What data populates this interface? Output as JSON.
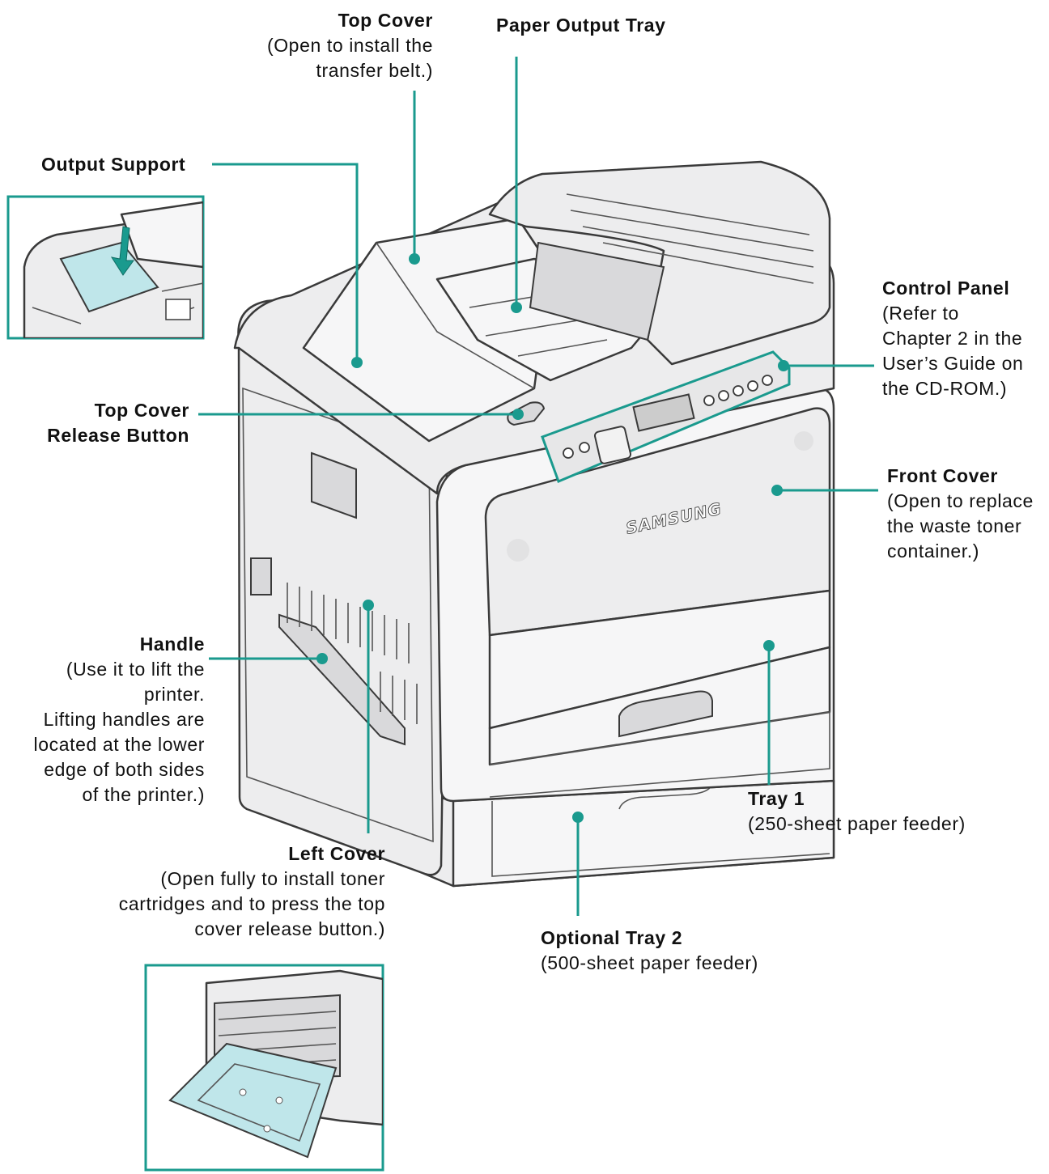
{
  "brand": "SAMSUNG",
  "accent_color": "#1a9a8e",
  "callouts": {
    "top_cover": {
      "title": "Top Cover",
      "desc": "(Open to install the\ntransfer belt.)"
    },
    "paper_output_tray": {
      "title": "Paper Output Tray",
      "desc": ""
    },
    "output_support": {
      "title": "Output Support",
      "desc": ""
    },
    "control_panel": {
      "title": "Control Panel",
      "desc": "(Refer to\nChapter 2 in the\nUser’s Guide on\nthe CD-ROM.)"
    },
    "top_cover_release": {
      "title": "Top Cover\nRelease Button",
      "desc": ""
    },
    "front_cover": {
      "title": "Front Cover",
      "desc": "(Open to replace\nthe waste toner\ncontainer.)"
    },
    "handle": {
      "title": "Handle",
      "desc": "(Use it to lift the\nprinter.\nLifting handles are\nlocated at the lower\nedge of both sides\nof the printer.)"
    },
    "tray1": {
      "title": "Tray 1",
      "desc": "(250-sheet paper feeder)"
    },
    "left_cover": {
      "title": "Left Cover",
      "desc": "(Open fully to install toner\ncartridges and to press the top\ncover release button.)"
    },
    "optional_tray2": {
      "title": "Optional Tray 2",
      "desc": "(500-sheet paper feeder)"
    }
  }
}
